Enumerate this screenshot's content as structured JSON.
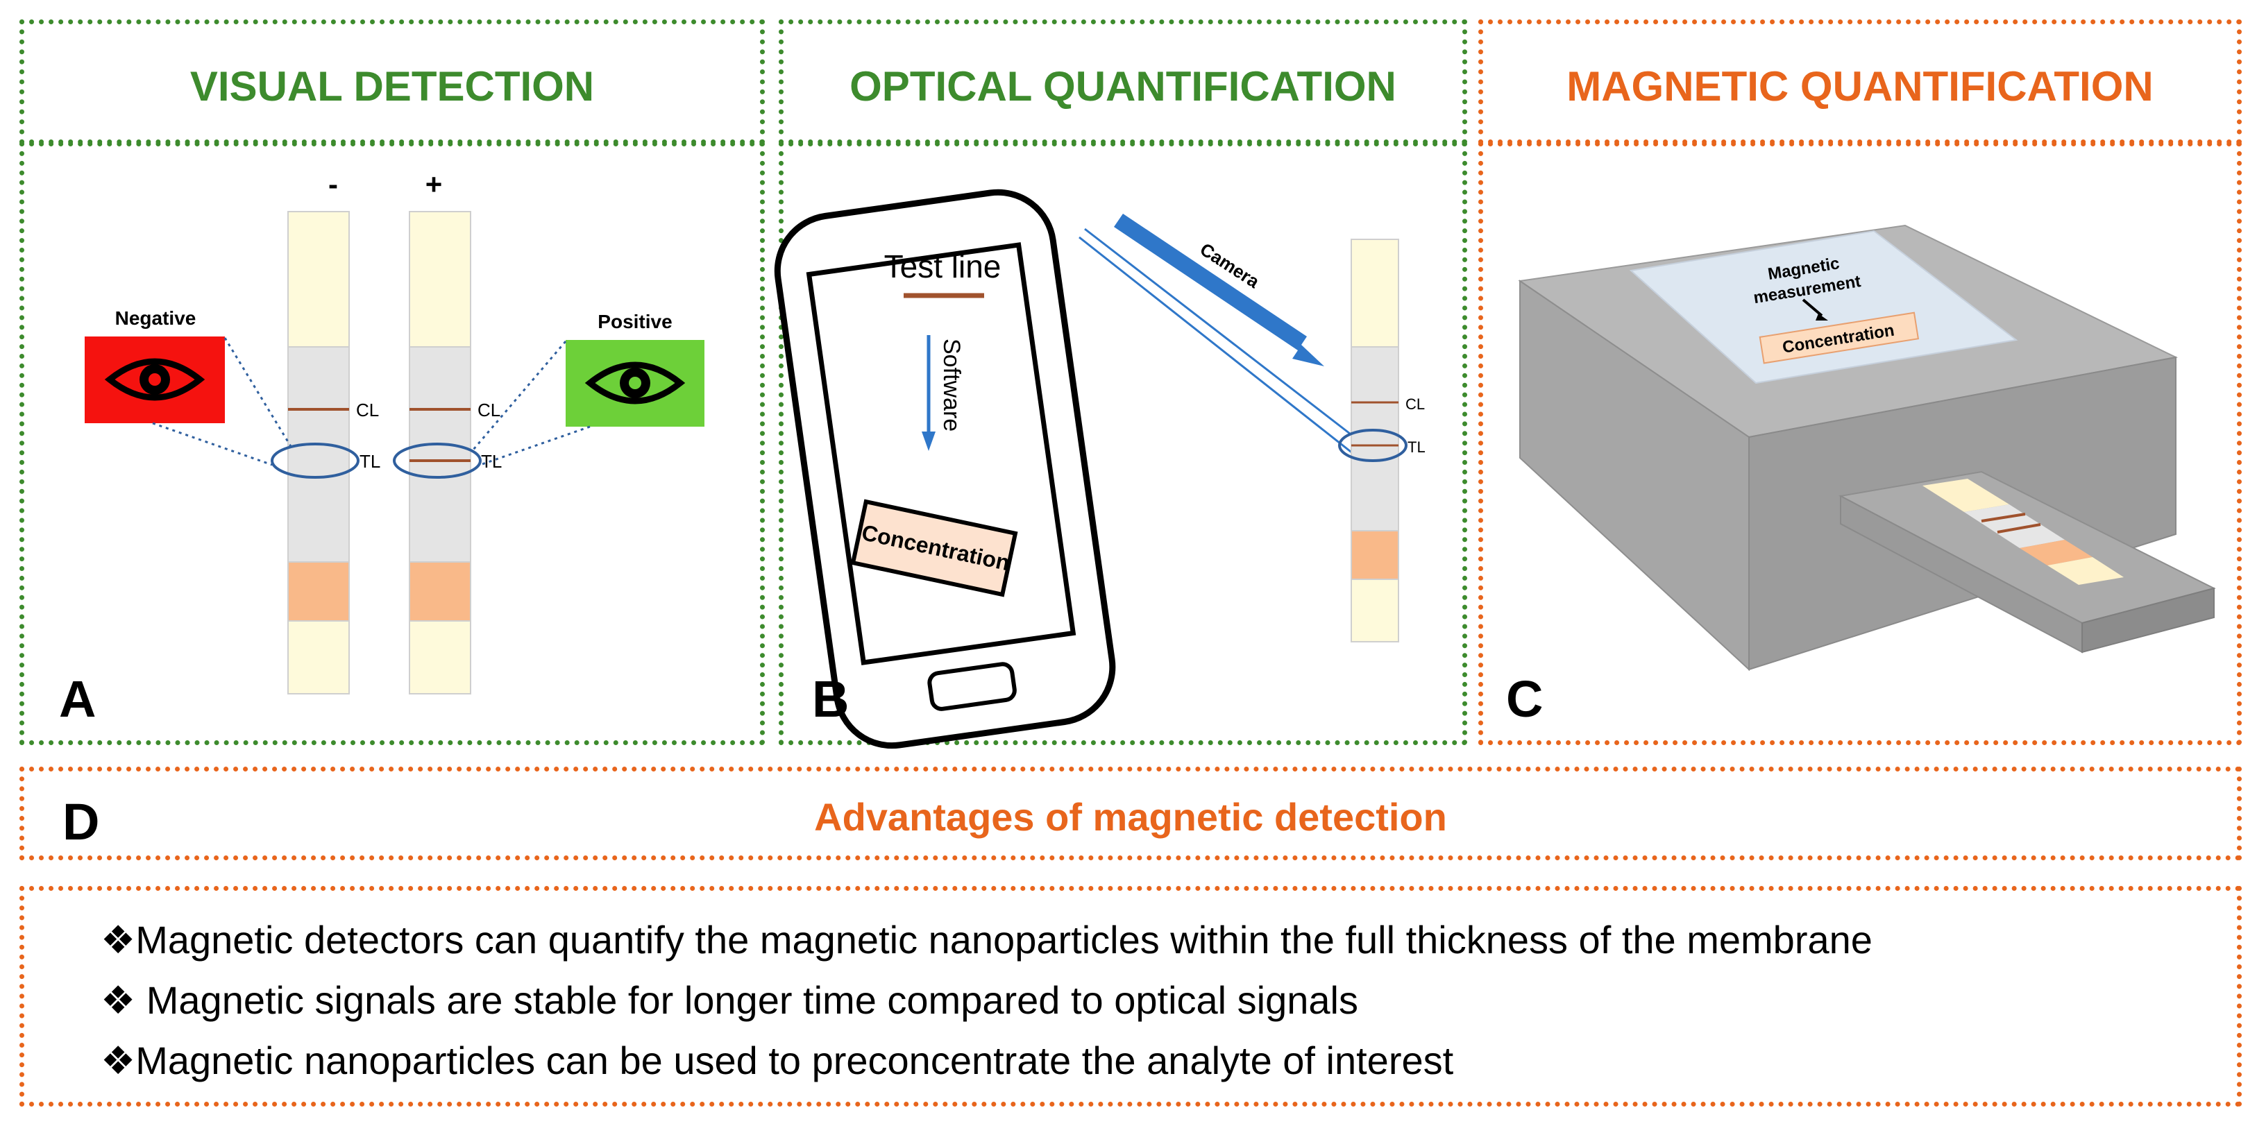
{
  "panels": {
    "a": {
      "title": "VISUAL DETECTION",
      "letter": "A",
      "minus": "-",
      "plus": "+",
      "negative": "Negative",
      "positive": "Positive",
      "cl": "CL",
      "tl": "TL"
    },
    "b": {
      "title": "OPTICAL QUANTIFICATION",
      "letter": "B",
      "test_line": "Test line",
      "software": "Software",
      "concentration": "Concentration",
      "camera": "Camera",
      "cl": "CL",
      "tl": "TL"
    },
    "c": {
      "title": "MAGNETIC QUANTIFICATION",
      "letter": "C",
      "magnetic_line1": "Magnetic",
      "magnetic_line2": "measurement",
      "concentration": "Concentration"
    },
    "d": {
      "letter": "D",
      "title": "Advantages of magnetic detection"
    }
  },
  "advantages": [
    "❖Magnetic detectors  can quantify the magnetic nanoparticles within the full thickness of the membrane",
    "❖ Magnetic signals are stable for longer time compared to optical signals",
    "❖Magnetic nanoparticles can be used to preconcentrate the analyte of interest"
  ],
  "colors": {
    "green": "#3d8b2d",
    "orange": "#e8651c",
    "red_box": "#f5120f",
    "green_box": "#6dd039",
    "pad": "#f9b989",
    "strip": "#fefadb",
    "membrane": "#e4e4e4",
    "line": "#a0522d"
  }
}
